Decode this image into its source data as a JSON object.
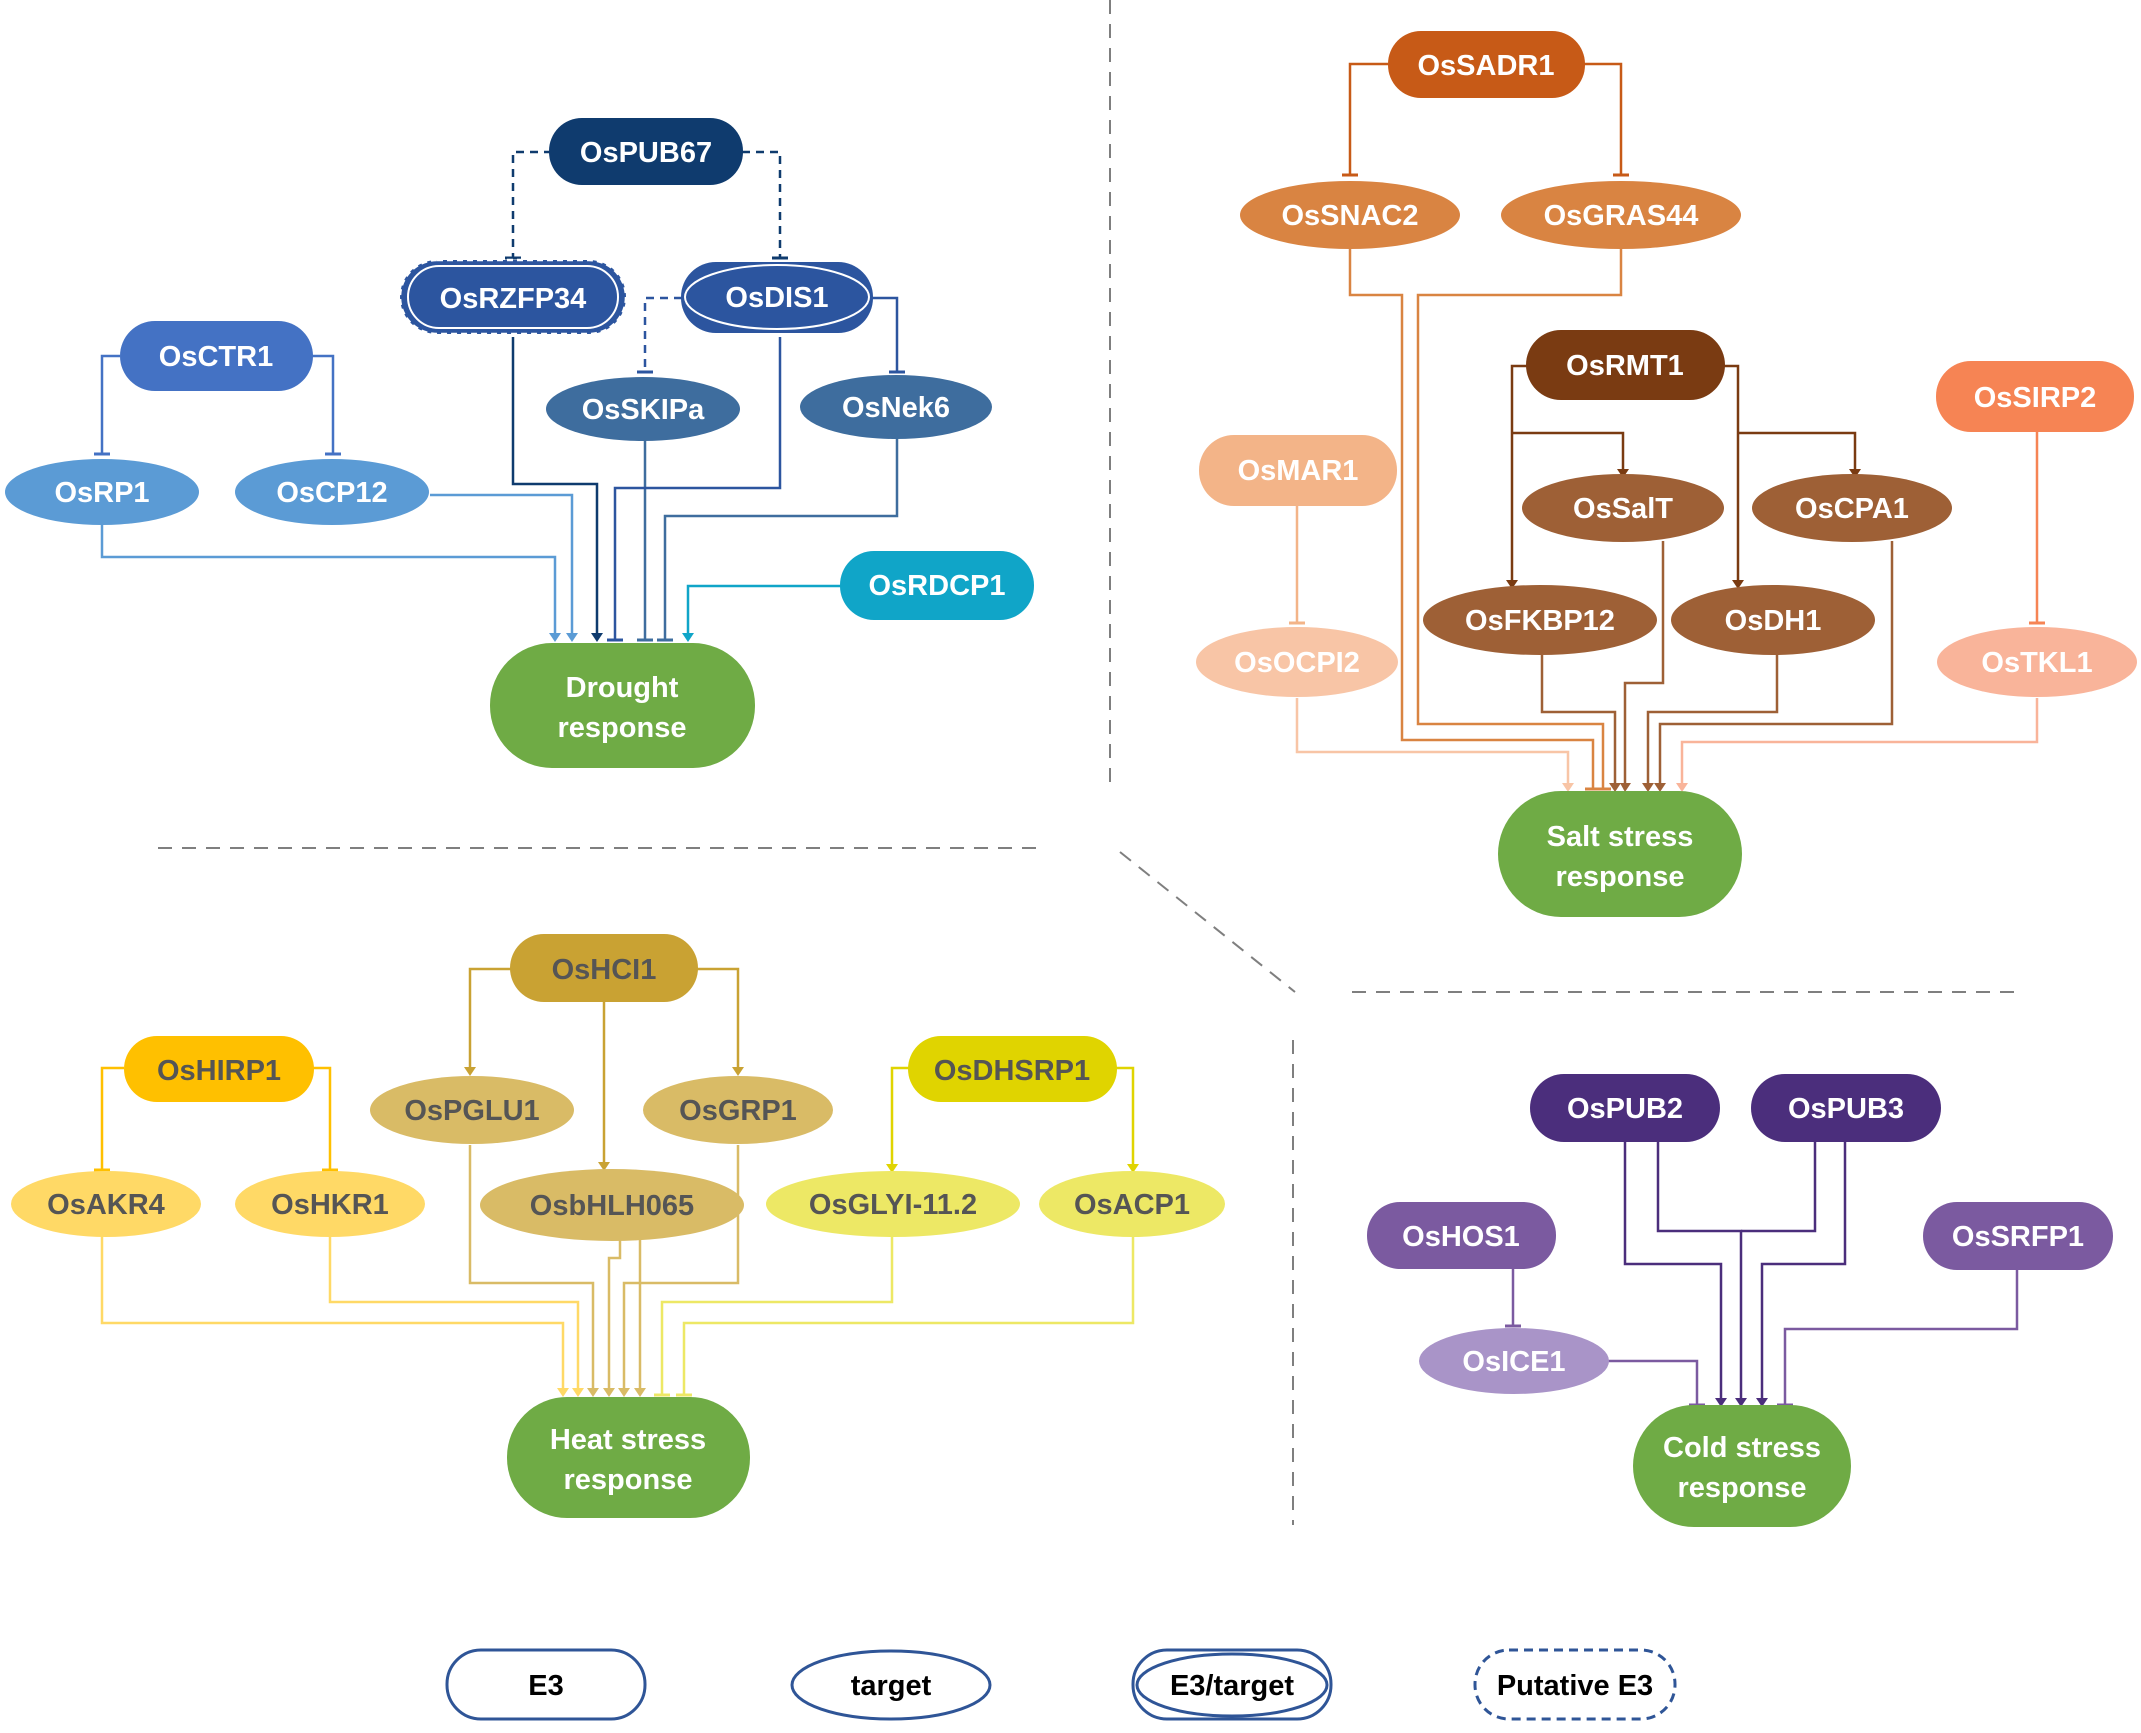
{
  "colors": {
    "drought_e3_dark": "#0f3b6e",
    "drought_e3": "#2c559f",
    "drought_target": "#3e6d9e",
    "drought_light_e3": "#4472c4",
    "drought_light_target": "#5b9bd5",
    "drought_cyan": "#10a5c8",
    "salt_e3_a": "#c75a17",
    "salt_target_a": "#d98442",
    "salt_e3_b": "#7a3b12",
    "salt_target_b": "#9e6036",
    "salt_light_e3": "#f3b488",
    "salt_light_target": "#f8c5a6",
    "salt_e3_c": "#f68454",
    "salt_target_c": "#f9b49a",
    "heat_e3_a": "#c9a233",
    "heat_target_a": "#d9bb66",
    "heat_e3_b": "#ffc000",
    "heat_target_b": "#ffd966",
    "heat_e3_c": "#e0d400",
    "heat_target_c": "#ede865",
    "cold_e3": "#4b2e7c",
    "cold_e3_b": "#7b5aa0",
    "cold_target": "#a994c8",
    "response_green": "#6fab45",
    "legend_stroke": "#2f5597",
    "divider": "#7f7f7f"
  },
  "nodes": {
    "ospub67": "OsPUB67",
    "osrzfp34": "OsRZFP34",
    "osdis1": "OsDIS1",
    "osskipa": "OsSKIPa",
    "osnek6": "OsNek6",
    "osctr1": "OsCTR1",
    "osrp1": "OsRP1",
    "oscp12": "OsCP12",
    "osrdcp1": "OsRDCP1",
    "drought_response": [
      "Drought",
      "response"
    ],
    "ossadr1": "OsSADR1",
    "ossnac2": "OsSNAC2",
    "osgras44": "OsGRAS44",
    "osrmt1": "OsRMT1",
    "ossalt": "OsSalT",
    "oscpa1": "OsCPA1",
    "osfkbp12": "OsFKBP12",
    "osdh1": "OsDH1",
    "osmar1": "OsMAR1",
    "osocpi2": "OsOCPI2",
    "ossirp2": "OsSIRP2",
    "ostkl1": "OsTKL1",
    "salt_response": [
      "Salt stress",
      "response"
    ],
    "oshci1": "OsHCI1",
    "ospglu1": "OsPGLU1",
    "osgrp1": "OsGRP1",
    "osbhlh065": "OsbHLH065",
    "oshirp1": "OsHIRP1",
    "osakr4": "OsAKR4",
    "oshkr1": "OsHKR1",
    "osdhsrp1": "OsDHSRP1",
    "osglyi": "OsGLYI-11.2",
    "osacp1": "OsACP1",
    "heat_response": [
      "Heat stress",
      "response"
    ],
    "ospub2": "OsPUB2",
    "ospub3": "OsPUB3",
    "oshos1": "OsHOS1",
    "osice1": "OsICE1",
    "ossrfp1": "OsSRFP1",
    "cold_response": [
      "Cold stress",
      "response"
    ]
  },
  "legend": {
    "e3": "E3",
    "target": "target",
    "e3_target": "E3/target",
    "putative_e3": "Putative E3"
  }
}
